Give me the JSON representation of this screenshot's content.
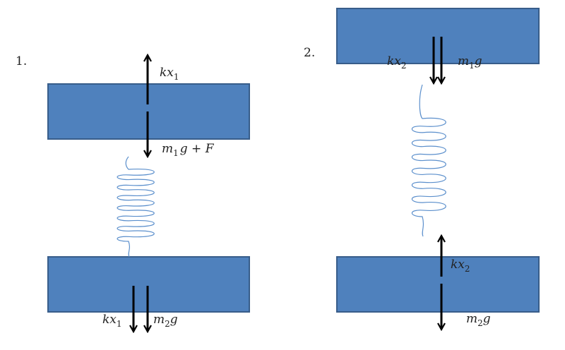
{
  "figure1": {
    "number": "1.",
    "forces": {
      "spring_up": {
        "base": "kx",
        "sub": "1",
        "tail": ""
      },
      "weight_plus_f": {
        "base": "m",
        "sub": "1",
        "tail": "g + F"
      },
      "spring_down": {
        "base": "kx",
        "sub": "1",
        "tail": ""
      },
      "weight": {
        "base": "m",
        "sub": "2",
        "tail": "g"
      }
    }
  },
  "figure2": {
    "number": "2.",
    "forces": {
      "spring_down": {
        "base": "kx",
        "sub": "2",
        "tail": ""
      },
      "weight_top": {
        "base": "m",
        "sub": "1",
        "tail": "g"
      },
      "spring_up": {
        "base": "kx",
        "sub": "2",
        "tail": ""
      },
      "weight_bottom": {
        "base": "m",
        "sub": "2",
        "tail": "g"
      }
    }
  },
  "colors": {
    "block_fill": "#4F81BD",
    "block_stroke": "#385D8A",
    "spring": "#5B8FCC",
    "arrow": "#000000"
  }
}
